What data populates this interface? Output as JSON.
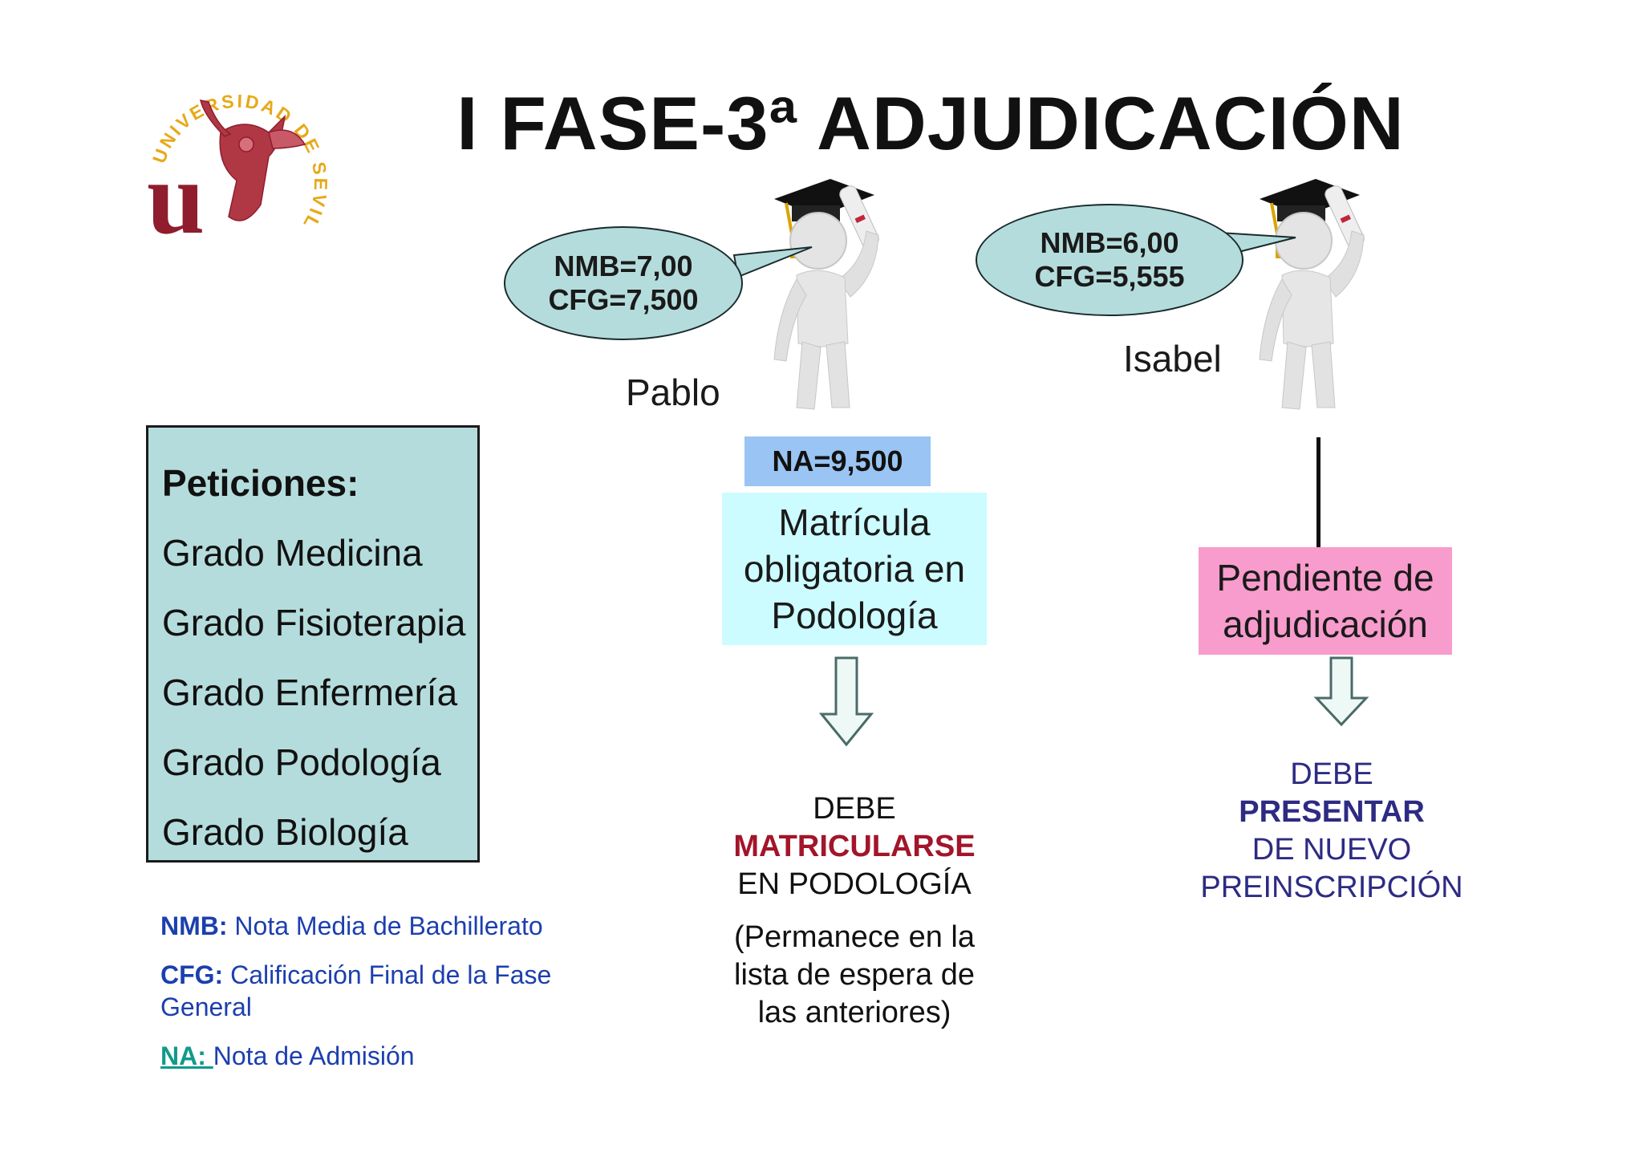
{
  "title": "I FASE-3ª ADJUDICACIÓN",
  "logo": {
    "text": "UNIVERSIDAD DE SEVILLA",
    "letter": "u"
  },
  "pablo": {
    "name": "Pablo",
    "nmb": "NMB=7,00",
    "cfg": "CFG=7,500",
    "na": "NA=9,500",
    "status": [
      "Matrícula",
      "obligatoria en",
      "Podología"
    ],
    "result": {
      "line1": "DEBE",
      "emphasis": "MATRICULARSE",
      "line3": "EN PODOLOGÍA"
    },
    "note": [
      "(Permanece en la",
      "lista de espera de",
      "las anteriores)"
    ]
  },
  "isabel": {
    "name": "Isabel",
    "nmb": "NMB=6,00",
    "cfg": "CFG=5,555",
    "status": [
      "Pendiente de",
      "adjudicación"
    ],
    "result": {
      "line1": "DEBE",
      "emphasis": "PRESENTAR",
      "line3": "DE NUEVO",
      "line4": "PREINSCRIPCIÓN"
    }
  },
  "peticiones": {
    "title": "Peticiones:",
    "items": [
      "Grado Medicina",
      "Grado Fisioterapia",
      "Grado Enfermería",
      "Grado Podología",
      "Grado Biología"
    ]
  },
  "legend": {
    "nmb": {
      "key": "NMB:",
      "text": " Nota Media de Bachillerato"
    },
    "cfg": {
      "key": "CFG:",
      "text": " Calificación Final de la Fase General"
    },
    "na": {
      "key": "NA: ",
      "text": "Nota de Admisión"
    }
  },
  "colors": {
    "bubble": "#b5dcdc",
    "na_box": "#99c4f3",
    "matricula_box": "#ccfcff",
    "pendiente_box": "#f79ccc",
    "matricularse": "#a2152a",
    "presentar": "#2d2b82",
    "legend_text": "#1c3fae",
    "na_key": "#109a8a"
  }
}
